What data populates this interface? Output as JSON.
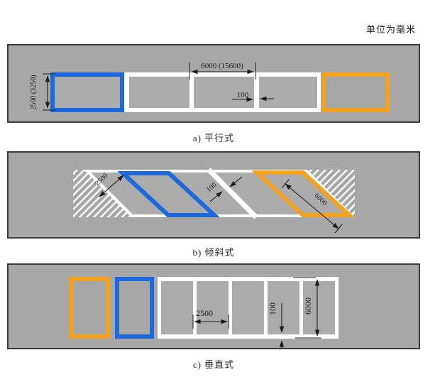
{
  "unit_note": "单位为毫米",
  "colors": {
    "accent_blue": "#1b69dd",
    "accent_orange": "#f2a21d",
    "surface_gray": "#a7a7a7",
    "stall_gray": "#ababab",
    "marking_white": "#ffffff",
    "dimension_dark": "#1d1d1d"
  },
  "panels": [
    {
      "label": "a",
      "caption": "a) 平行式",
      "dims": {
        "stall_width": "2500 (3250)",
        "stall_length": "6000 (15600)",
        "line_width": "100"
      }
    },
    {
      "label": "b",
      "caption": "b) 倾斜式",
      "dims": {
        "stall_width": "2500",
        "stall_length": "6000",
        "line_width": "100"
      }
    },
    {
      "label": "c",
      "caption": "c) 垂直式",
      "dims": {
        "stall_width": "2500",
        "stall_length": "6000",
        "line_width": "100"
      }
    }
  ]
}
